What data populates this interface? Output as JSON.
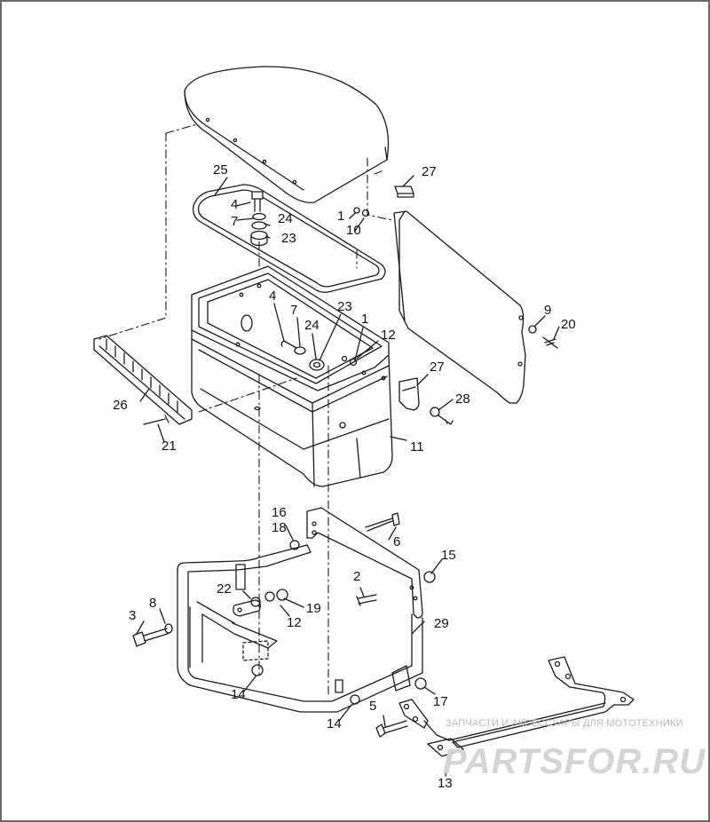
{
  "callouts": [
    {
      "id": "c27a",
      "text": "27"
    },
    {
      "id": "c25",
      "text": "25"
    },
    {
      "id": "c4a",
      "text": "4"
    },
    {
      "id": "c7a",
      "text": "7"
    },
    {
      "id": "c24a",
      "text": "24"
    },
    {
      "id": "c23a",
      "text": "23"
    },
    {
      "id": "c1a",
      "text": "1"
    },
    {
      "id": "c10",
      "text": "10"
    },
    {
      "id": "c4b",
      "text": "4"
    },
    {
      "id": "c7b",
      "text": "7"
    },
    {
      "id": "c23b",
      "text": "23"
    },
    {
      "id": "c24b",
      "text": "24"
    },
    {
      "id": "c1b",
      "text": "1"
    },
    {
      "id": "c12a",
      "text": "12"
    },
    {
      "id": "c9",
      "text": "9"
    },
    {
      "id": "c20",
      "text": "20"
    },
    {
      "id": "c27b",
      "text": "27"
    },
    {
      "id": "c28",
      "text": "28"
    },
    {
      "id": "c26",
      "text": "26"
    },
    {
      "id": "c21",
      "text": "21"
    },
    {
      "id": "c11",
      "text": "11"
    },
    {
      "id": "c16",
      "text": "16"
    },
    {
      "id": "c18",
      "text": "18"
    },
    {
      "id": "c6",
      "text": "6"
    },
    {
      "id": "c15",
      "text": "15"
    },
    {
      "id": "c2",
      "text": "2"
    },
    {
      "id": "c22",
      "text": "22"
    },
    {
      "id": "c19",
      "text": "19"
    },
    {
      "id": "c12b",
      "text": "12"
    },
    {
      "id": "c3",
      "text": "3"
    },
    {
      "id": "c8",
      "text": "8"
    },
    {
      "id": "c29",
      "text": "29"
    },
    {
      "id": "c14a",
      "text": "14"
    },
    {
      "id": "c17",
      "text": "17"
    },
    {
      "id": "c14b",
      "text": "14"
    },
    {
      "id": "c5",
      "text": "5"
    },
    {
      "id": "c13",
      "text": "13"
    }
  ],
  "watermark": {
    "tagline": "ЗАПЧАСТИ И АКСЕССУАРЫ ДЛЯ МОТОТЕХНИКИ",
    "logo": "PARTSFOR.RU"
  },
  "colors": {
    "line": "#1a1a1a",
    "watermark": "#cfcfcf",
    "frame": "#6a6a6a"
  }
}
